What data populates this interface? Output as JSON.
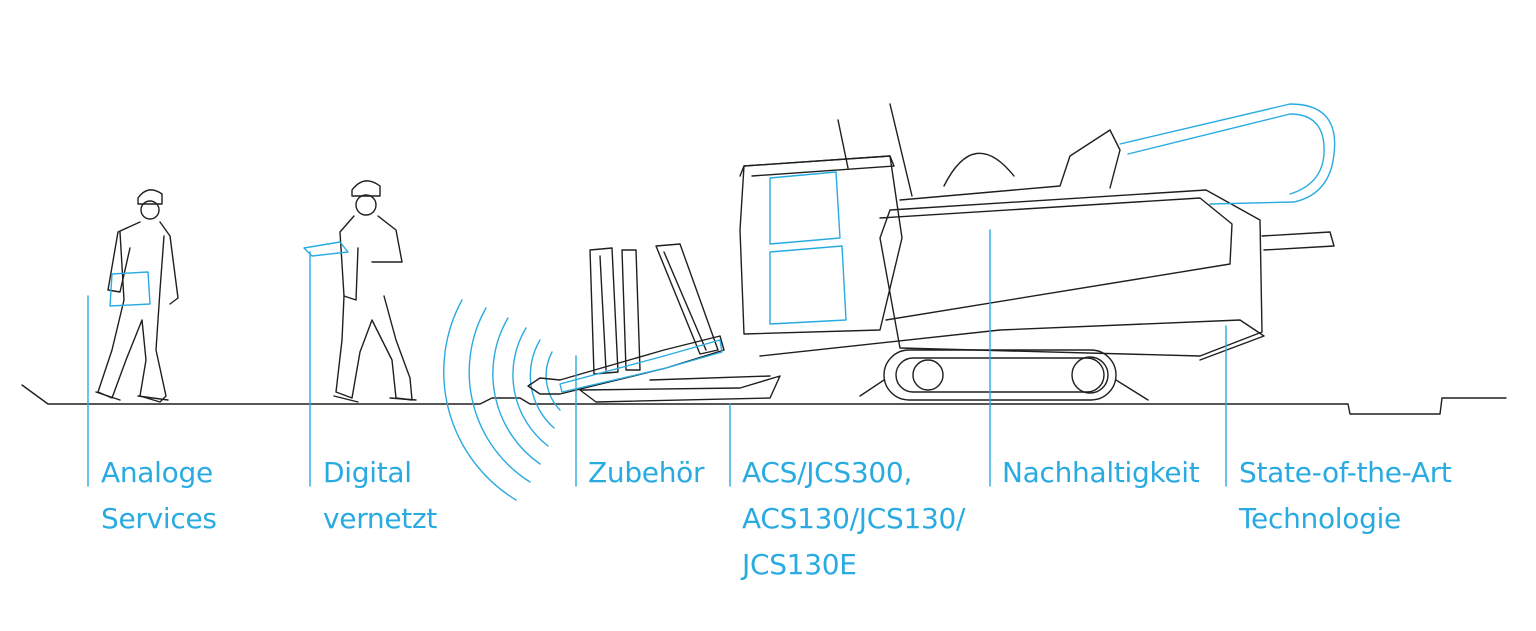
{
  "diagram": {
    "colors": {
      "accent": "#29abe2",
      "ink": "#1f1f1f",
      "background": "#ffffff"
    },
    "labels": [
      {
        "id": "analoge-services",
        "lines": [
          "Analoge",
          "Services"
        ]
      },
      {
        "id": "digital-vernetzt",
        "lines": [
          "Digital",
          "vernetzt"
        ]
      },
      {
        "id": "zubehoer",
        "lines": [
          "Zubehör"
        ]
      },
      {
        "id": "acs-jcs",
        "lines": [
          "ACS/JCS300,",
          "ACS130/JCS130/",
          "JCS130E"
        ]
      },
      {
        "id": "nachhaltigkeit",
        "lines": [
          "Nachhaltigkeit"
        ]
      },
      {
        "id": "state-of-the-art",
        "lines": [
          "State-of-the-Art",
          "Technologie"
        ]
      }
    ]
  }
}
